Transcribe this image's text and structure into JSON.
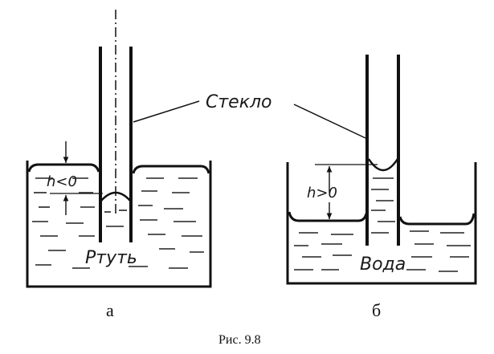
{
  "figure": {
    "caption": "Рис. 9.8",
    "glass_label": "Стекло",
    "left_panel": {
      "letter": "а",
      "liquid_label": "Ртуть",
      "height_label": "h<0"
    },
    "right_panel": {
      "letter": "б",
      "liquid_label": "Вода",
      "height_label": "h>0"
    }
  }
}
